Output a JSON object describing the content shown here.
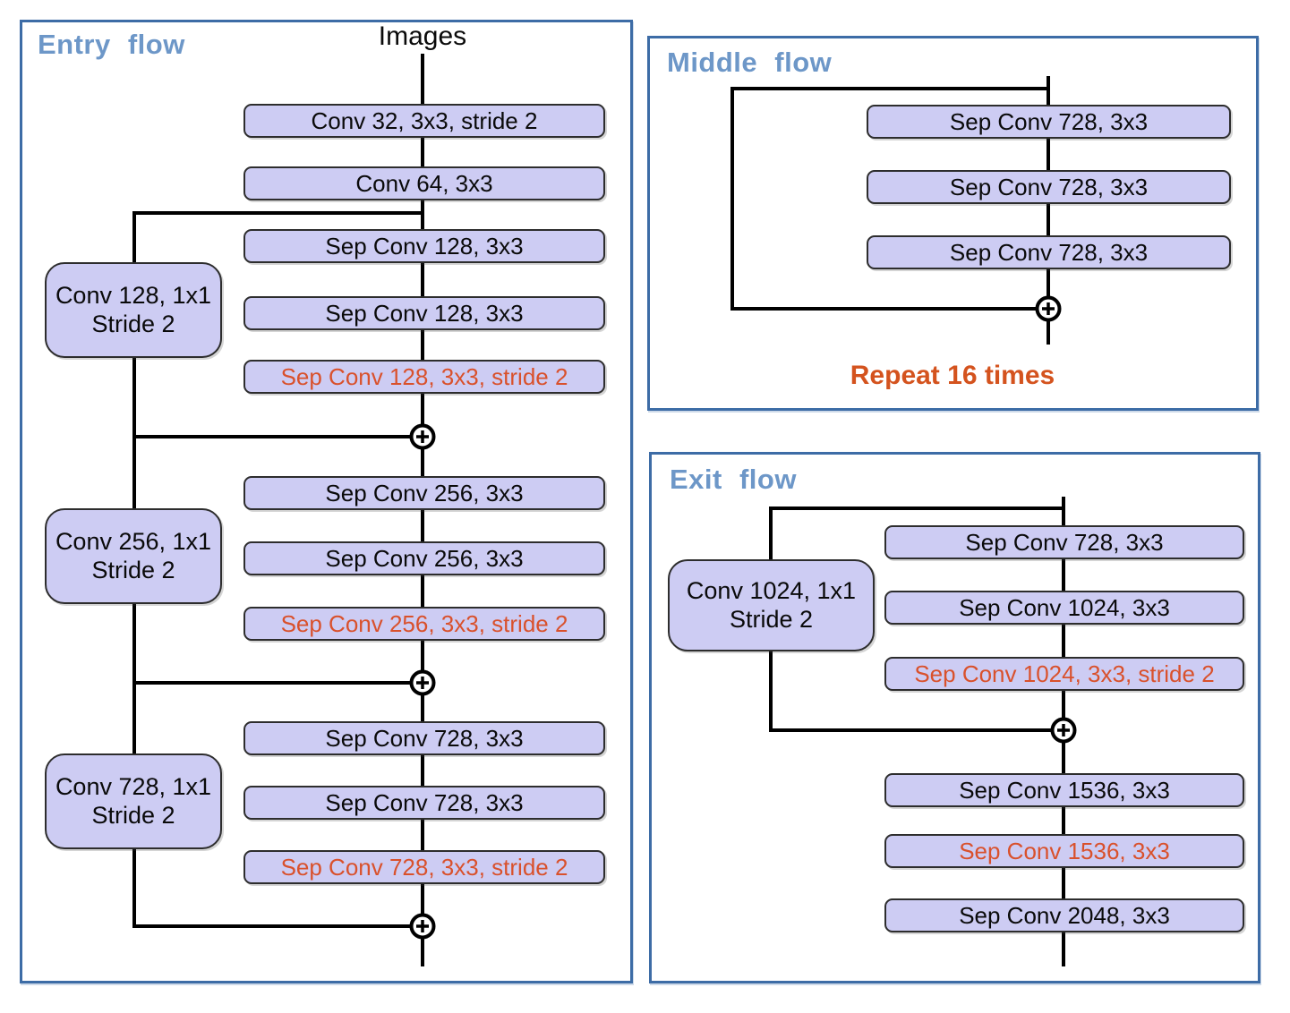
{
  "colors": {
    "panel_border": "#3d6ca6",
    "section_title": "#6d97c8",
    "node_fill": "#cdccf3",
    "node_border": "#2d2d2d",
    "node_text": "#0a0a0a",
    "accent_text": "#d9512c",
    "repeat_text": "#d4531e",
    "line": "#000000"
  },
  "entry": {
    "title": "Entry flow",
    "input_label": "Images",
    "nodes": [
      {
        "label": "Conv 32, 3x3, stride 2",
        "accent": false
      },
      {
        "label": "Conv 64, 3x3",
        "accent": false
      },
      {
        "label": "Sep Conv 128, 3x3",
        "accent": false
      },
      {
        "label": "Sep Conv 128, 3x3",
        "accent": false
      },
      {
        "label": "Sep Conv 128, 3x3, stride 2",
        "accent": true
      },
      {
        "label": "Sep Conv 256, 3x3",
        "accent": false
      },
      {
        "label": "Sep Conv 256, 3x3",
        "accent": false
      },
      {
        "label": "Sep Conv 256, 3x3, stride 2",
        "accent": true
      },
      {
        "label": "Sep Conv 728, 3x3",
        "accent": false
      },
      {
        "label": "Sep Conv 728, 3x3",
        "accent": false
      },
      {
        "label": "Sep Conv 728, 3x3, stride 2",
        "accent": true
      }
    ],
    "side_nodes": [
      {
        "line1": "Conv 128, 1x1",
        "line2": "Stride 2"
      },
      {
        "line1": "Conv 256, 1x1",
        "line2": "Stride 2"
      },
      {
        "line1": "Conv 728, 1x1",
        "line2": "Stride 2"
      }
    ]
  },
  "middle": {
    "title": "Middle flow",
    "nodes": [
      {
        "label": "Sep Conv 728, 3x3",
        "accent": false
      },
      {
        "label": "Sep Conv 728, 3x3",
        "accent": false
      },
      {
        "label": "Sep Conv 728, 3x3",
        "accent": false
      }
    ],
    "repeat_label": "Repeat 16 times"
  },
  "exit": {
    "title": "Exit flow",
    "side_node": {
      "line1": "Conv 1024, 1x1",
      "line2": "Stride 2"
    },
    "nodes": [
      {
        "label": "Sep Conv 728, 3x3",
        "accent": false
      },
      {
        "label": "Sep Conv 1024, 3x3",
        "accent": false
      },
      {
        "label": "Sep Conv 1024, 3x3, stride 2",
        "accent": true
      },
      {
        "label": "Sep Conv 1536, 3x3",
        "accent": false
      },
      {
        "label": "Sep Conv 1536, 3x3",
        "accent": true
      },
      {
        "label": "Sep Conv 2048, 3x3",
        "accent": false
      }
    ]
  }
}
